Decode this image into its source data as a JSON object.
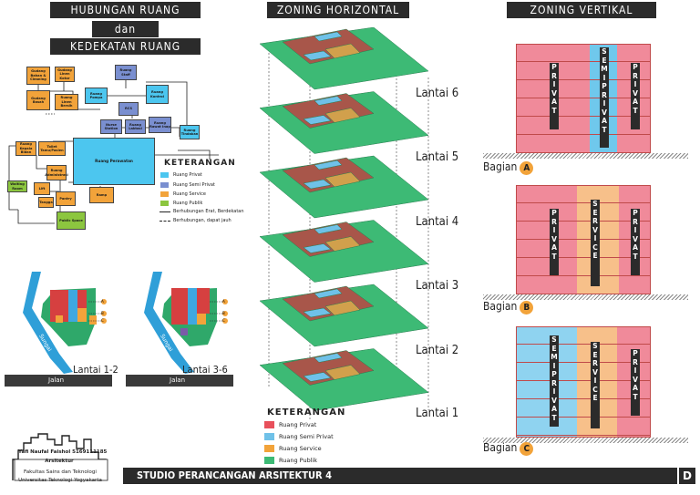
{
  "headers": {
    "h1": "HUBUNGAN RUANG",
    "h1b": "dan",
    "h1c": "KEDEKATAN RUANG",
    "h2": "ZONING HORIZONTAL",
    "h3": "ZONING VERTIKAL"
  },
  "nodes": {
    "n1": "Gudang Bahan & Cleaning",
    "n2": "Gudang Linen Kotor",
    "n3": "Ruang Staff",
    "n4": "Gudang Basah",
    "n5": "Ruang Linen Bersih",
    "n6": "Ruang Pompa",
    "n7": "Ruang Kontrol",
    "n8": "RCS",
    "n9": "Nurse Station",
    "n10": "Ruang Laktasi",
    "n11": "Ruang Rawat Inap",
    "n12": "Ruang Tindakan",
    "n13": "Ruang Kepala Bidan",
    "n14": "Toilet Tamu/Pasien",
    "n15": "Ruang Perawatan",
    "n16": "Ruang Administrasi",
    "n17": "Waiting Room",
    "n18": "Lift",
    "n19": "Tangga",
    "n20": "Pantry",
    "n21": "Ramp",
    "n22": "Public Space"
  },
  "relLegend": {
    "title": "Keterangan",
    "items": [
      "Ruang Privat",
      "Ruang Semi Privat",
      "Ruang Service",
      "Ruang Publik"
    ],
    "lines": [
      "Berhubungan Erat, Berdekatan",
      "Berhubungan, dapat jauh"
    ]
  },
  "plans": {
    "a": "A",
    "b": "B",
    "c": "C",
    "road": "Jalan",
    "label1": "Lantai 1-2",
    "label2": "Lantai 3-6",
    "river": "Sungai"
  },
  "floors": [
    "Lantai 6",
    "Lantai 5",
    "Lantai 4",
    "Lantai 3",
    "Lantai 2",
    "Lantai 1"
  ],
  "zoneLegend": {
    "title": "Keterangan",
    "items": [
      "Ruang Privat",
      "Ruang Semi Privat",
      "Ruang Service",
      "Ruang Publik"
    ]
  },
  "colors": {
    "privat": "#e8505b",
    "semi": "#6fc1e8",
    "service": "#f2a33a",
    "publik": "#3dba75"
  },
  "vertical": {
    "bagian": "Bagian",
    "a": "A",
    "b": "B",
    "c": "C",
    "privat": "P R I V A T",
    "semi": "S E M I P R I V A T",
    "service": "S E R V I C E"
  },
  "footer": {
    "name": "Yafi Naufal Faishol 5169111185",
    "role": "Arsitektur",
    "fac": "Fakultas Sains dan Teknologi",
    "univ": "Universitas Teknologi Yogyakarta",
    "studio": "STUDIO PERANCANGAN ARSITEKTUR 4",
    "page": "D"
  }
}
